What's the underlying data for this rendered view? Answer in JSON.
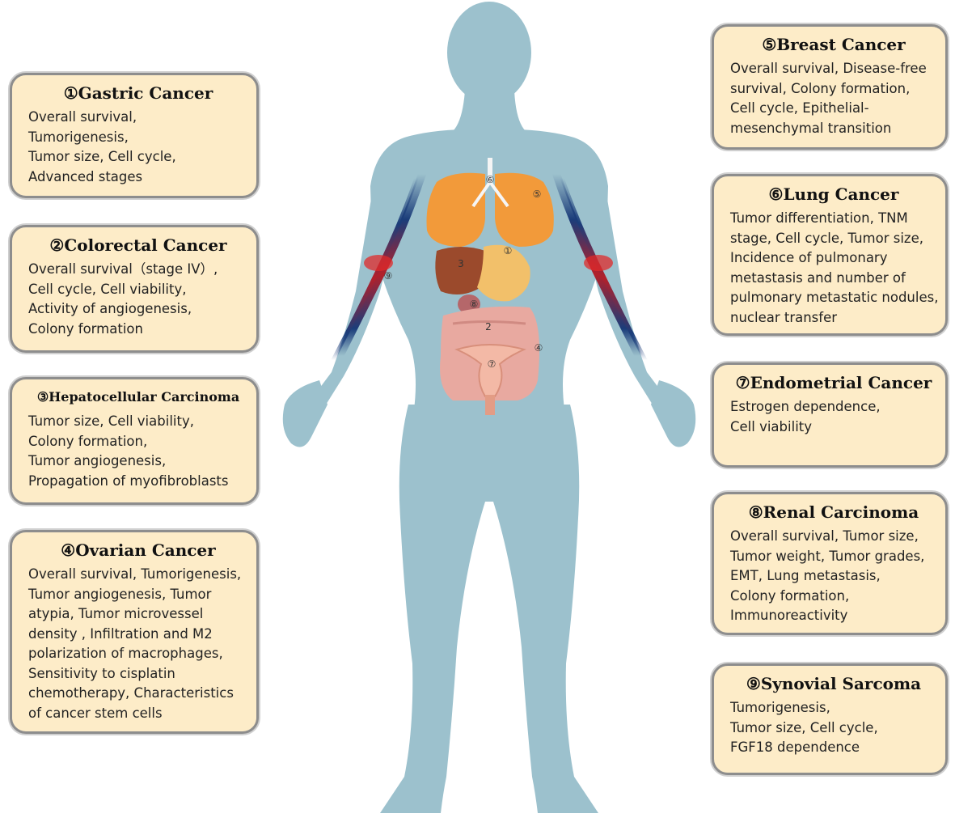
{
  "markers": {
    "m1": "①",
    "m2": "2",
    "m3": "3",
    "m4": "④",
    "m5": "⑤",
    "m6": "⑥",
    "m7": "⑦",
    "m8": "⑧",
    "m9": "⑨"
  },
  "boxes": {
    "gastric": {
      "title": "①Gastric Cancer",
      "lines": [
        "Overall survival,",
        "Tumorigenesis,",
        "Tumor size,  Cell cycle,",
        "Advanced stages"
      ]
    },
    "colorectal": {
      "title": "②Colorectal Cancer",
      "lines": [
        "Overall survival（stage IV）,",
        "Cell cycle,  Cell viability,",
        "Activity of angiogenesis,",
        "Colony formation"
      ]
    },
    "hepatocellular": {
      "title": "③Hepatocellular Carcinoma",
      "lines": [
        "Tumor size,  Cell viability,",
        "Colony formation,",
        "Tumor angiogenesis,",
        "Propagation of myofibroblasts"
      ]
    },
    "ovarian": {
      "title": "④Ovarian Cancer",
      "lines": [
        "Overall survival,  Tumorigenesis,",
        "Tumor angiogenesis,  Tumor",
        "atypia,  Tumor microvessel",
        "density ,  Infiltration and M2",
        "polarization of macrophages,",
        "Sensitivity to cisplatin",
        "chemotherapy,  Characteristics",
        "of cancer stem cells"
      ]
    },
    "breast": {
      "title": "⑤Breast Cancer",
      "lines": [
        "Overall survival,  Disease-free",
        "survival,  Colony formation,",
        "Cell cycle,  Epithelial-",
        "mesenchymal transition"
      ]
    },
    "lung": {
      "title": "⑥Lung Cancer",
      "lines": [
        "Tumor differentiation,  TNM",
        "stage,  Cell cycle,  Tumor size,",
        "Incidence of pulmonary",
        "metastasis and number of",
        "pulmonary metastatic nodules,",
        "nuclear transfer"
      ]
    },
    "endometrial": {
      "title": "⑦Endometrial Cancer",
      "lines": [
        "Estrogen dependence,",
        "Cell viability"
      ]
    },
    "renal": {
      "title": "⑧Renal Carcinoma",
      "lines": [
        "Overall survival,  Tumor size,",
        "Tumor weight,  Tumor grades,",
        "EMT,  Lung metastasis,",
        "Colony formation,",
        "Immunoreactivity"
      ]
    },
    "synovial": {
      "title": "⑨Synovial Sarcoma",
      "lines": [
        "Tumorigenesis,",
        "Tumor size,  Cell cycle,",
        "FGF18 dependence"
      ]
    }
  },
  "colors": {
    "body": "#9cc1cd",
    "box_fill": "#fdecc8",
    "box_border": "#8d8d8d",
    "lung": "#f29a3a",
    "liver": "#9b4a2c",
    "stomach": "#f2c06a",
    "intestine": "#e8a9a0",
    "arm_vessel": "#b2202a",
    "arm_vein": "#1b3d7a"
  }
}
